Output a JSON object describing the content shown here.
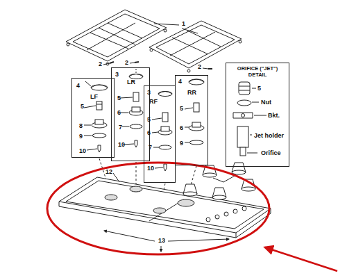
{
  "diagram": {
    "nodes": [
      {
        "text": [
          "4",
          "LF",
          "5",
          "8",
          "9",
          "10"
        ]
      },
      {
        "text": [
          "3",
          "LR",
          "5",
          "6",
          "7",
          "10"
        ]
      },
      {
        "text": [
          "3",
          "RF",
          "5",
          "6",
          "7",
          "10"
        ]
      },
      {
        "text": [
          "4",
          "RR",
          "5",
          "6",
          "9"
        ]
      },
      {
        "text": [
          "ORIFICE (\"JET\") DETAIL",
          "5",
          "Nut",
          "Bkt.",
          "Jet holder",
          "Orifice"
        ]
      }
    ],
    "labels": [
      "1",
      "2",
      "2",
      "2",
      "12",
      "13"
    ]
  }
}
